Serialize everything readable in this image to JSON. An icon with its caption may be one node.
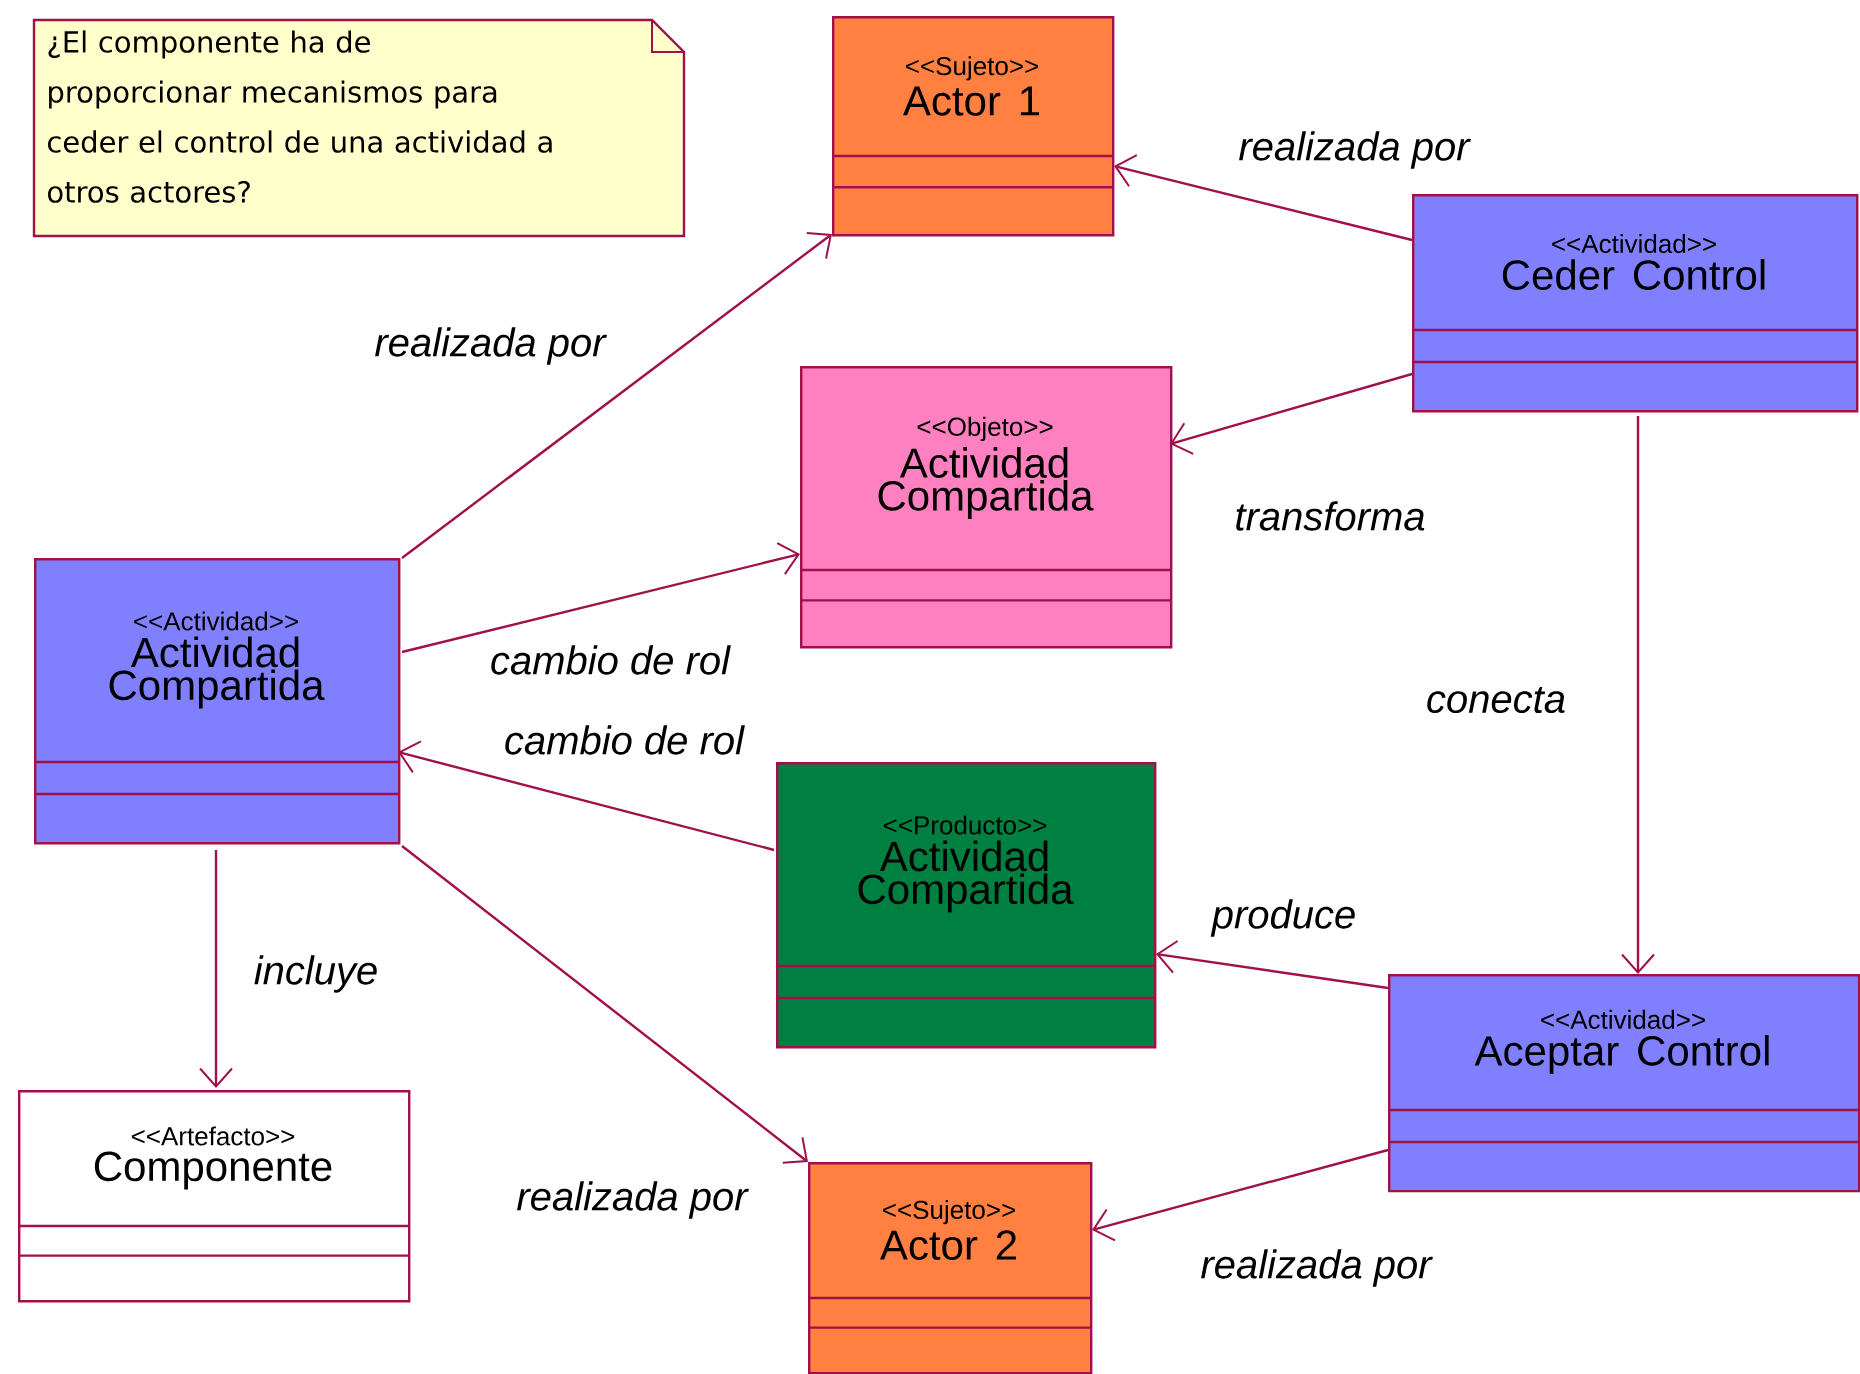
{
  "diagram": {
    "nodes": [
      {
        "text": [
          "¿El componente ha de proporcionar mecanismos para ceder el control de una actividad a otros actores?"
        ]
      },
      {
        "text": [
          "<<Sujeto>>",
          "Actor 1"
        ]
      },
      {
        "text": [
          "<<Actividad>>",
          "Ceder Control"
        ]
      },
      {
        "text": [
          "<<Objeto>>",
          "Actividad Compartida"
        ]
      },
      {
        "text": [
          "<<Actividad>>",
          "Actividad Compartida"
        ]
      },
      {
        "text": [
          "<<Producto>>",
          "Actividad Compartida"
        ]
      },
      {
        "text": [
          "<<Actividad>>",
          "Aceptar Control"
        ]
      },
      {
        "text": [
          "<<Artefacto>>",
          "Componente"
        ]
      },
      {
        "text": [
          "<<Sujeto>>",
          "Actor 2"
        ]
      }
    ],
    "edges": [
      {
        "from": 4,
        "to": 1,
        "arrow": "to",
        "label": "realizada por"
      },
      {
        "from": 4,
        "to": 3,
        "arrow": "to",
        "label": "cambio de rol"
      },
      {
        "from": 5,
        "to": 4,
        "arrow": "to",
        "label": "cambio de rol"
      },
      {
        "from": 4,
        "to": 7,
        "arrow": "to",
        "label": "incluye"
      },
      {
        "from": 4,
        "to": 8,
        "arrow": "to",
        "label": "realizada por"
      },
      {
        "from": 2,
        "to": 1,
        "arrow": "to",
        "label": "realizada por"
      },
      {
        "from": 2,
        "to": 3,
        "arrow": "to",
        "label": "transforma"
      },
      {
        "from": 2,
        "to": 6,
        "arrow": "to",
        "label": "conecta"
      },
      {
        "from": 6,
        "to": 5,
        "arrow": "to",
        "label": "produce"
      },
      {
        "from": 6,
        "to": 8,
        "arrow": "to",
        "label": "realizada por"
      }
    ]
  }
}
